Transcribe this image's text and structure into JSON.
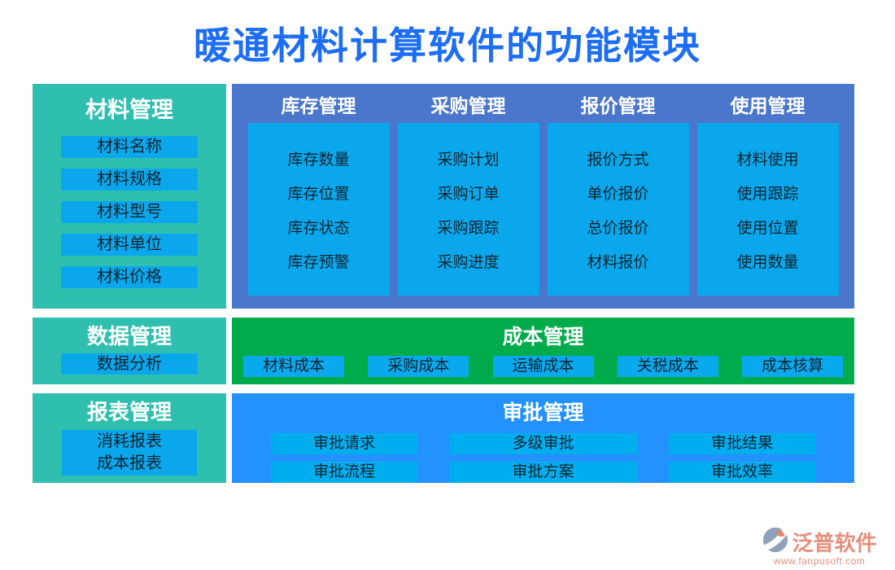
{
  "title": "暖通材料计算软件的功能模块",
  "material_panel": {
    "title": "材料管理",
    "items": [
      "材料名称",
      "材料规格",
      "材料型号",
      "材料单位",
      "材料价格"
    ]
  },
  "main_panel": {
    "columns": [
      {
        "title": "库存管理",
        "items": [
          "库存数量",
          "库存位置",
          "库存状态",
          "库存预警"
        ]
      },
      {
        "title": "采购管理",
        "items": [
          "采购计划",
          "采购订单",
          "采购跟踪",
          "采购进度"
        ]
      },
      {
        "title": "报价管理",
        "items": [
          "报价方式",
          "单价报价",
          "总价报价",
          "材料报价"
        ]
      },
      {
        "title": "使用管理",
        "items": [
          "材料使用",
          "使用跟踪",
          "使用位置",
          "使用数量"
        ]
      }
    ]
  },
  "data_panel": {
    "title": "数据管理",
    "items": [
      "数据分析"
    ]
  },
  "cost_panel": {
    "title": "成本管理",
    "items": [
      "材料成本",
      "采购成本",
      "运输成本",
      "关税成本",
      "成本核算"
    ]
  },
  "report_panel": {
    "title": "报表管理",
    "items": [
      "消耗报表",
      "成本报表"
    ]
  },
  "approval_panel": {
    "title": "审批管理",
    "rows": [
      [
        "审批请求",
        "多级审批",
        "审批结果"
      ],
      [
        "审批流程",
        "审批方案",
        "审批效率"
      ]
    ]
  },
  "footer": {
    "brand": "泛普软件",
    "url": "www.fanpusoft.com"
  },
  "colors": {
    "title_blue": "#1d6ef5",
    "teal": "#2fbfae",
    "panel_blue": "#4a76cb",
    "item_blue": "#0aa7ec",
    "green": "#00ab4b",
    "approval_blue": "#2492fe",
    "approval_item_blue": "#00aeef",
    "brand_coral": "#e58f7c"
  }
}
